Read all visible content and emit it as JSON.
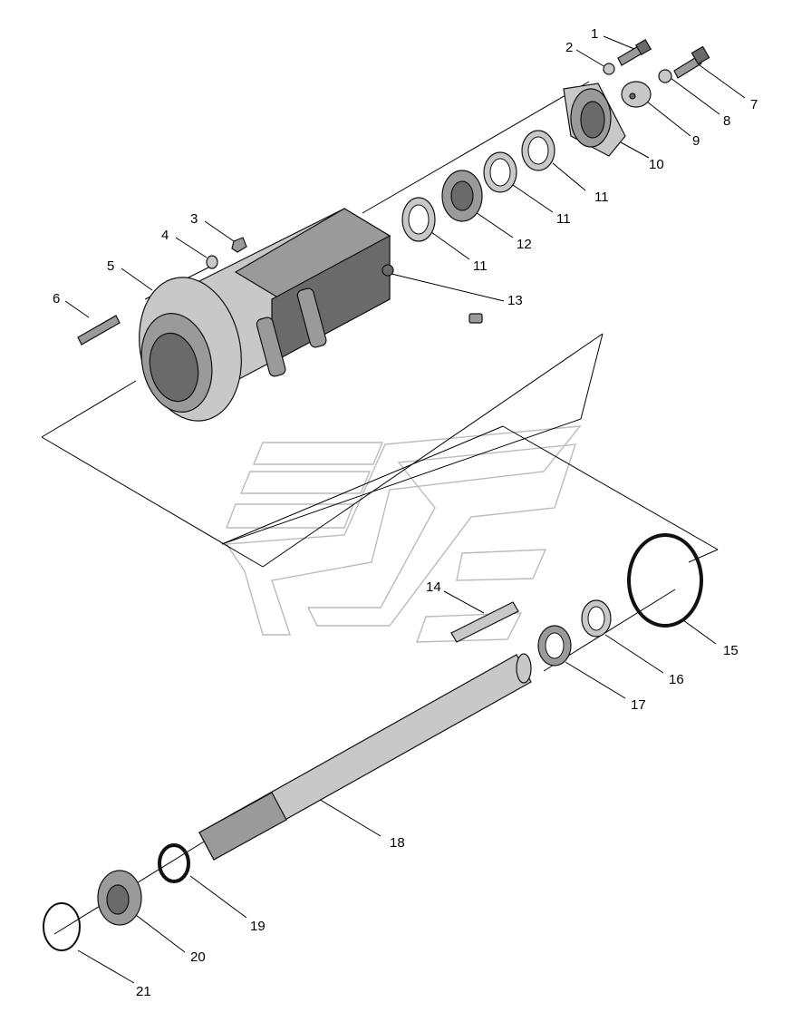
{
  "callouts": [
    {
      "id": "1",
      "text": "1"
    },
    {
      "id": "2",
      "text": "2"
    },
    {
      "id": "3",
      "text": "3"
    },
    {
      "id": "4",
      "text": "4"
    },
    {
      "id": "5",
      "text": "5"
    },
    {
      "id": "6",
      "text": "6"
    },
    {
      "id": "7",
      "text": "7"
    },
    {
      "id": "8",
      "text": "8"
    },
    {
      "id": "9",
      "text": "9"
    },
    {
      "id": "10",
      "text": "10"
    },
    {
      "id": "11a",
      "text": "11"
    },
    {
      "id": "11b",
      "text": "11"
    },
    {
      "id": "11c",
      "text": "11"
    },
    {
      "id": "12",
      "text": "12"
    },
    {
      "id": "13",
      "text": "13"
    },
    {
      "id": "14",
      "text": "14"
    },
    {
      "id": "15",
      "text": "15"
    },
    {
      "id": "16",
      "text": "16"
    },
    {
      "id": "17",
      "text": "17"
    },
    {
      "id": "18",
      "text": "18"
    },
    {
      "id": "19",
      "text": "19"
    },
    {
      "id": "20",
      "text": "20"
    },
    {
      "id": "21",
      "text": "21"
    }
  ],
  "colors": {
    "line": "#000000",
    "part_fill": "#9a9a9a",
    "part_light": "#c8c8c8",
    "watermark": "#bbbbbb"
  }
}
